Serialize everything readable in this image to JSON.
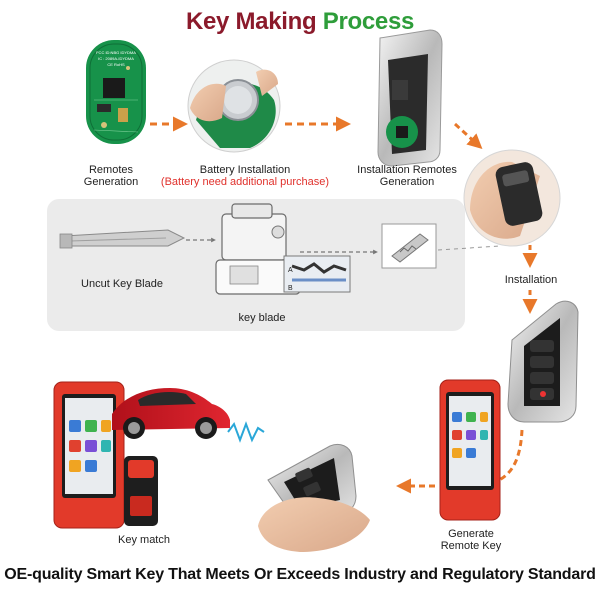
{
  "title": {
    "part1": "Key",
    "part2": "Making",
    "part3": "Process"
  },
  "steps": {
    "remotes_generation": {
      "line1": "Remotes",
      "line2": "Generation"
    },
    "battery_installation": {
      "line1": "Battery Installation",
      "note": "(Battery need additional purchase)"
    },
    "installation_remotes_generation": {
      "line1": "Installation Remotes",
      "line2": "Generation"
    },
    "installation": "Installation",
    "uncut_key_blade": "Uncut Key  Blade",
    "key_blade": "key blade",
    "generate_remote_key": {
      "line1": "Generate",
      "line2": "Remote Key"
    },
    "key_match": "Key match"
  },
  "pcb_text": {
    "line1": "FCC ID:NBG IDYDMA",
    "line2": "IC : 2089A-IDYDMA",
    "line3": "CE  RoHS"
  },
  "diagram_marks": {
    "a": "A",
    "b": "B"
  },
  "tagline": "OE-quality Smart Key That Meets Or Exceeds Industry and Regulatory Standard",
  "colors": {
    "title_red": "#8b1a2b",
    "title_green": "#2e9d3a",
    "arrow_orange": "#e8782a",
    "note_red": "#e0312c",
    "tool_red": "#e23a2a"
  },
  "icons": [
    "circuit-board-icon",
    "coin-battery-icon",
    "smart-key-shell-icon",
    "key-remote-icon",
    "key-cutting-machine-icon",
    "diagnostic-tablet-icon",
    "obd-dongle-icon",
    "sports-car-icon",
    "signal-wave-icon"
  ]
}
